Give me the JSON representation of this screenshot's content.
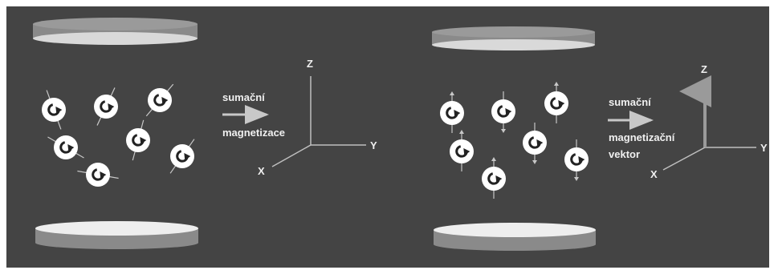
{
  "colors": {
    "background": "#444444",
    "plate_top": "#8a8a8a",
    "plate_light": "#eeeeee",
    "spin": "#ffffff",
    "axis": "#bfbfbf",
    "vector": "#9a9a9a",
    "text": "#f0f0f0"
  },
  "left_panel": {
    "label_line1": "sumační",
    "label_line2": "magnetizace",
    "axes": {
      "z": "Z",
      "y": "Y",
      "x": "X"
    },
    "spin_state": "random orientation"
  },
  "right_panel": {
    "label_line1": "sumační",
    "label_line2": "magnetizační",
    "label_line3": "vektor",
    "axes": {
      "z": "Z",
      "y": "Y",
      "x": "X"
    },
    "spin_state": "aligned parallel / antiparallel along Z"
  },
  "icons": [
    "arrow-right-icon",
    "spin-proton-icon",
    "magnet-plate-icon",
    "magnetization-vector-icon"
  ]
}
